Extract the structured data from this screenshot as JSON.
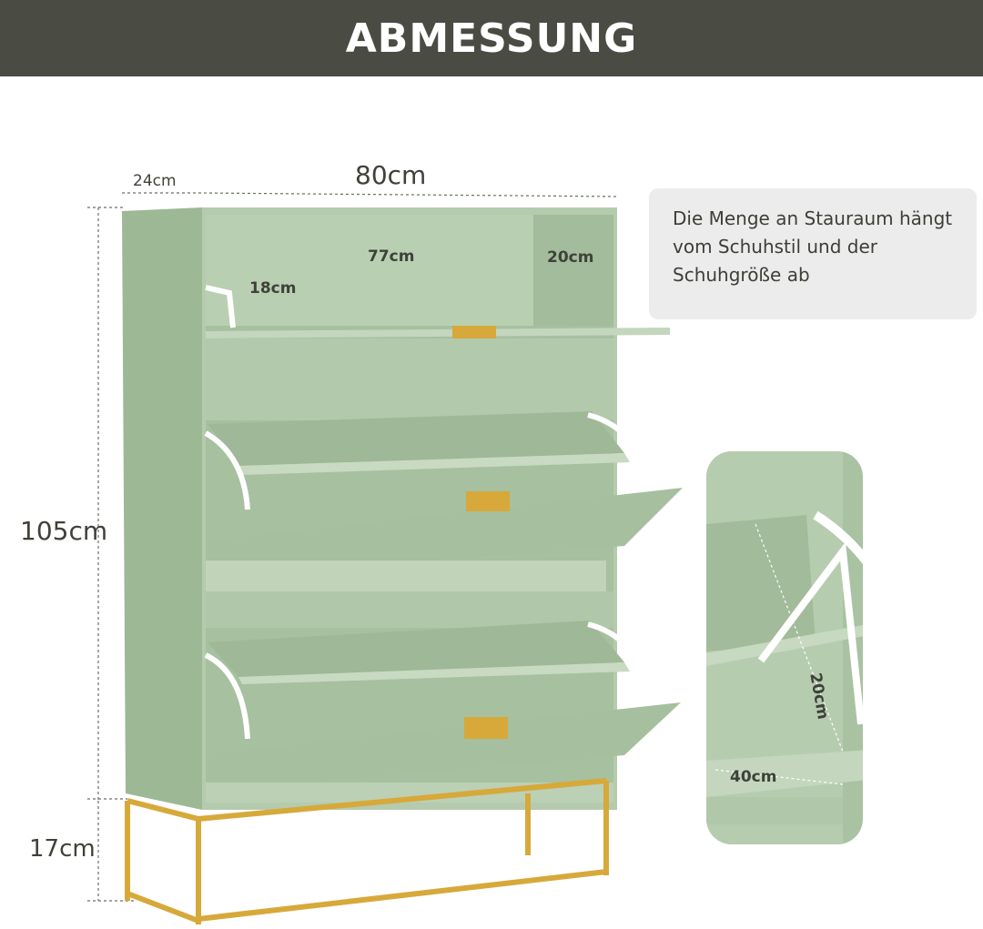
{
  "header": {
    "title": "ABMESSUNG"
  },
  "note": {
    "text": "Die Menge an Stauraum hängt vom Schuhstil und der Schuhgröße ab"
  },
  "dimensions": {
    "depth": "24cm",
    "width": "80cm",
    "inner_width": "77cm",
    "shelf_depth": "20cm",
    "shelf_height": "18cm",
    "height": "105cm",
    "leg_height": "17cm",
    "detail_length": "40cm",
    "detail_depth": "20cm"
  },
  "colors": {
    "header_bg": "#4a4c43",
    "cabinet_green": "#a9c2a2",
    "cabinet_dark": "#8faa88",
    "gold": "#d6a93a",
    "bracket": "#ffffff"
  }
}
